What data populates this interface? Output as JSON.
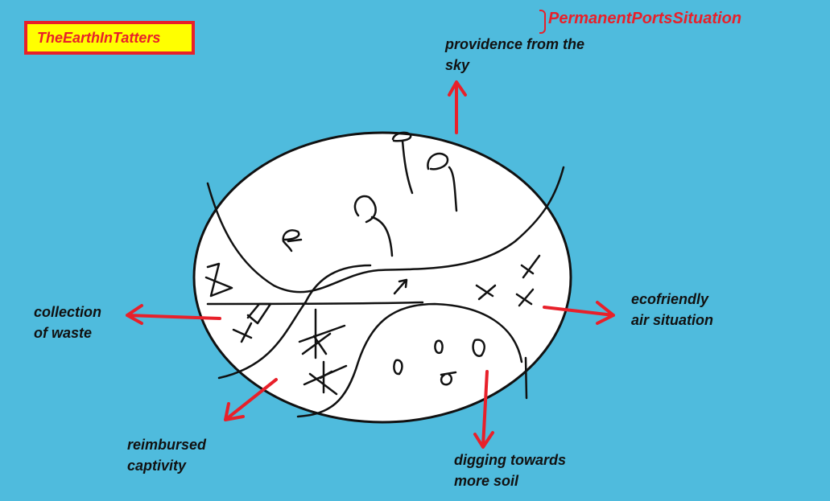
{
  "title": "TheEarthInTatters",
  "subtitle": "PermanentPortsSituation",
  "labels": {
    "top": [
      "providence from the",
      "sky"
    ],
    "left": [
      "collection",
      "of waste"
    ],
    "right": [
      "ecofriendly",
      "air situation"
    ],
    "bottom_left": [
      "reimbursed",
      "captivity"
    ],
    "bottom_right": [
      "digging towards",
      "more soil"
    ]
  },
  "colors": {
    "background": "#4fbbdd",
    "accent": "#e8202a",
    "title_fill": "#ffff00",
    "circle_fill": "#ffffff",
    "ink": "#111111"
  }
}
